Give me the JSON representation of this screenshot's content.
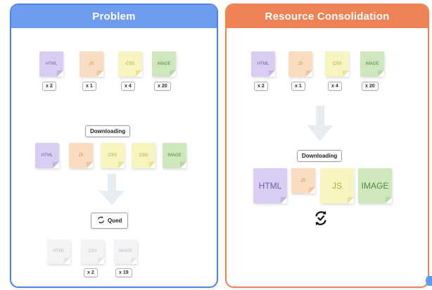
{
  "panels": {
    "left": {
      "title": "Problem",
      "accent": "#6f9bef",
      "border": "#4f83e8",
      "rows": {
        "initial": {
          "cards": [
            {
              "label": "HTML",
              "type": "html",
              "count": "x 2"
            },
            {
              "label": "JS",
              "type": "js",
              "count": "x 1"
            },
            {
              "label": "CSS",
              "type": "css",
              "count": "x 4"
            },
            {
              "label": "IMAGE",
              "type": "image",
              "count": "x 20"
            }
          ]
        },
        "downloading": {
          "chip": "Downloading",
          "cards": [
            {
              "label": "HTML",
              "type": "html"
            },
            {
              "label": "JS",
              "type": "js"
            },
            {
              "label": "CSS",
              "type": "css"
            },
            {
              "label": "CSS",
              "type": "css"
            },
            {
              "label": "IMAGE",
              "type": "image"
            }
          ]
        },
        "queued": {
          "chip": "Qued",
          "icon": "sync-icon",
          "cards": [
            {
              "label": "HTML",
              "type": "gray",
              "count": ""
            },
            {
              "label": "CSS",
              "type": "gray",
              "count": "x 2"
            },
            {
              "label": "IMAGE",
              "type": "gray",
              "count": "x 19"
            }
          ]
        }
      }
    },
    "right": {
      "title": "Resource Consolidation",
      "accent": "#ef8254",
      "border": "#ef8254",
      "rows": {
        "initial": {
          "cards": [
            {
              "label": "HTML",
              "type": "html",
              "count": "x 2"
            },
            {
              "label": "JS",
              "type": "js",
              "count": "x 1"
            },
            {
              "label": "CSS",
              "type": "css",
              "count": "x 4"
            },
            {
              "label": "IMAGE",
              "type": "image",
              "count": "x 20"
            }
          ]
        },
        "consolidated": {
          "chip": "Downloading",
          "icon": "sync-check-icon",
          "cards": [
            {
              "label": "HTML",
              "type": "html"
            },
            {
              "label": "JS",
              "type": "js"
            },
            {
              "label": "JS",
              "type": "css"
            },
            {
              "label": "IMAGE",
              "type": "image"
            }
          ]
        }
      }
    }
  },
  "icons": {
    "down_arrow": "down-arrow-icon",
    "sync": "sync-icon",
    "sync_check": "sync-check-icon"
  }
}
